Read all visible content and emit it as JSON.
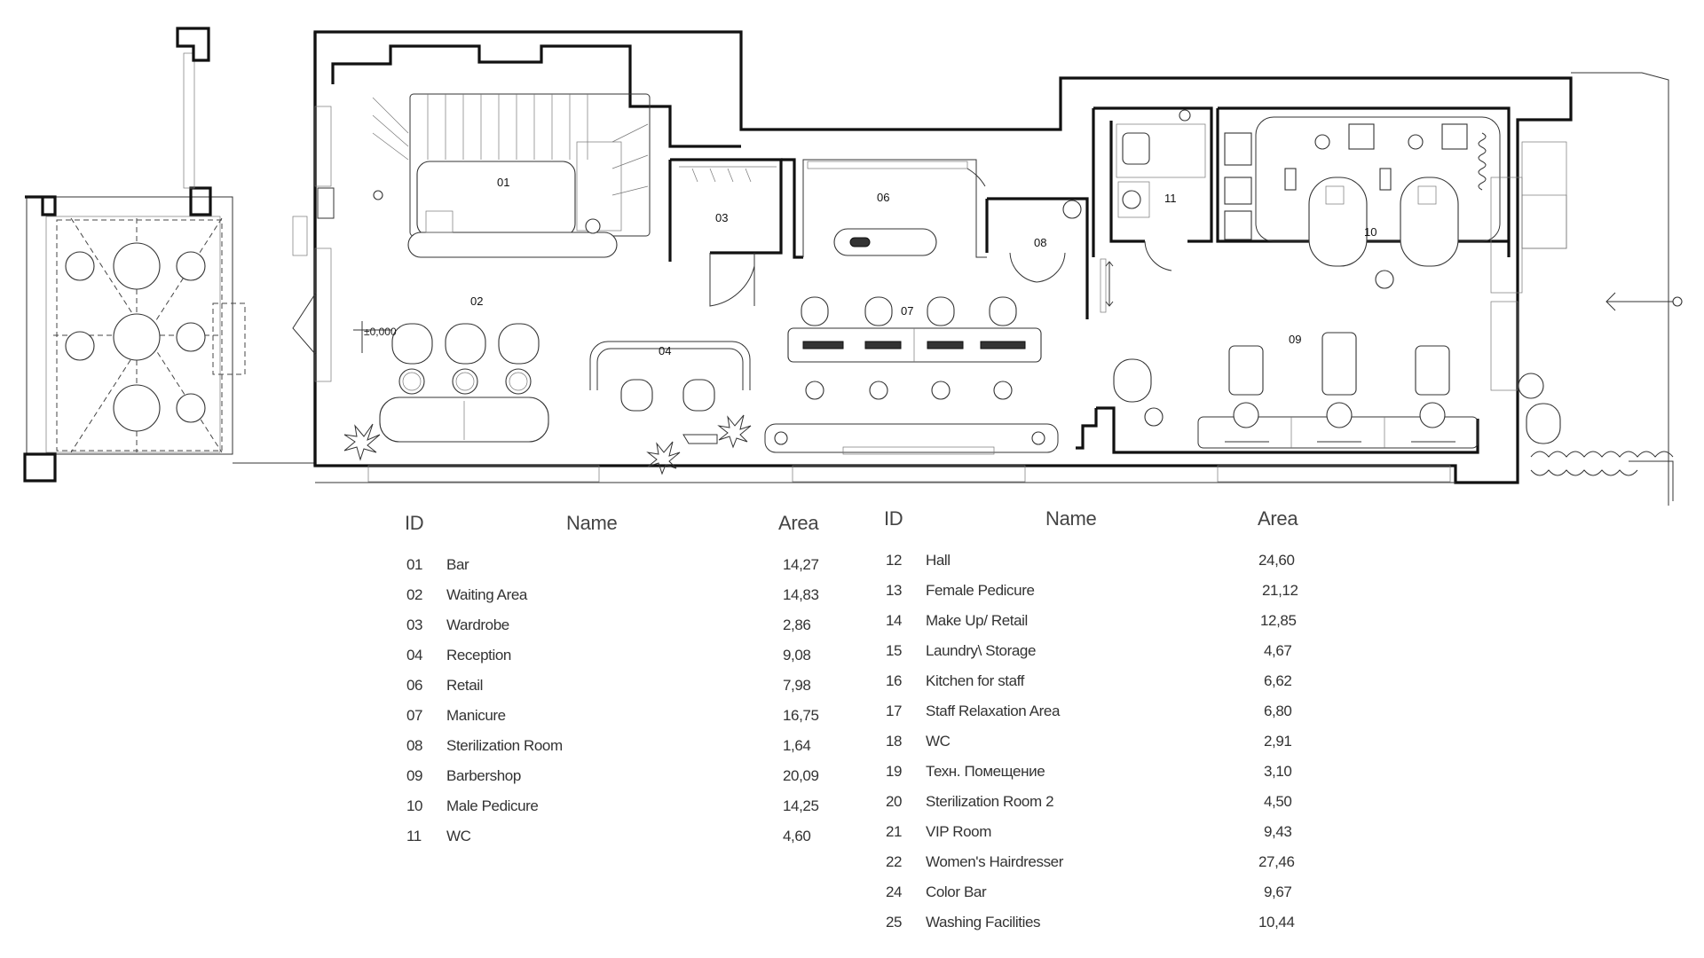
{
  "plan": {
    "room_labels": [
      "01",
      "02",
      "03",
      "04",
      "06",
      "07",
      "08",
      "09",
      "10",
      "11"
    ],
    "level_mark": "±0,000"
  },
  "tables": [
    {
      "headers": {
        "id": "ID",
        "name": "Name",
        "area": "Area"
      },
      "rows": [
        {
          "id": "01",
          "name": "Bar",
          "area": "14,27"
        },
        {
          "id": "02",
          "name": "Waiting Area",
          "area": "14,83"
        },
        {
          "id": "03",
          "name": "Wardrobe",
          "area": "2,86"
        },
        {
          "id": "04",
          "name": "Reception",
          "area": "9,08"
        },
        {
          "id": "06",
          "name": "Retail",
          "area": "7,98"
        },
        {
          "id": "07",
          "name": "Manicure",
          "area": "16,75"
        },
        {
          "id": "08",
          "name": "Sterilization Room",
          "area": "1,64"
        },
        {
          "id": "09",
          "name": "Barbershop",
          "area": "20,09"
        },
        {
          "id": "10",
          "name": "Male Pedicure",
          "area": "14,25"
        },
        {
          "id": "11",
          "name": "WC",
          "area": "4,60"
        }
      ]
    },
    {
      "headers": {
        "id": "ID",
        "name": "Name",
        "area": "Area"
      },
      "rows": [
        {
          "id": "12",
          "name": "Hall",
          "area": "24,60"
        },
        {
          "id": "13",
          "name": "Female Pedicure",
          "area": "21,12"
        },
        {
          "id": "14",
          "name": "Make Up/ Retail",
          "area": "12,85"
        },
        {
          "id": "15",
          "name": "Laundry\\ Storage",
          "area": "4,67"
        },
        {
          "id": "16",
          "name": "Kitchen for staff",
          "area": "6,62"
        },
        {
          "id": "17",
          "name": "Staff Relaxation Area",
          "area": "6,80"
        },
        {
          "id": "18",
          "name": "WC",
          "area": "2,91"
        },
        {
          "id": "19",
          "name": "Техн. Помещение",
          "area": "3,10"
        },
        {
          "id": "20",
          "name": "Sterilization Room 2",
          "area": "4,50"
        },
        {
          "id": "21",
          "name": "VIP Room",
          "area": "9,43"
        },
        {
          "id": "22",
          "name": "Women's Hairdresser",
          "area": "27,46"
        },
        {
          "id": "24",
          "name": "Color Bar",
          "area": "9,67"
        },
        {
          "id": "25",
          "name": "Washing Facilities",
          "area": "10,44"
        }
      ]
    }
  ]
}
